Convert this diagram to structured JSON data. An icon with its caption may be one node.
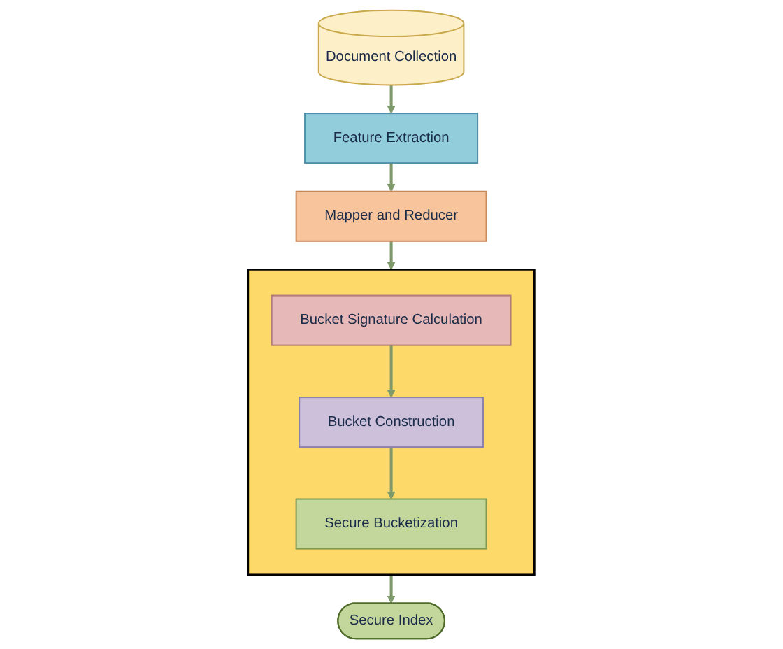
{
  "diagram": {
    "nodes": [
      {
        "text": [
          "Document Collection"
        ]
      },
      {
        "text": [
          "Feature Extraction"
        ]
      },
      {
        "text": [
          "Mapper and Reducer"
        ]
      },
      {
        "text": [],
        "shape": "box"
      },
      {
        "text": [
          "Bucket Signature Calculation"
        ],
        "in": 3
      },
      {
        "text": [
          "Bucket Construction"
        ],
        "in": 3
      },
      {
        "text": [
          "Secure Bucketization"
        ],
        "in": 3
      },
      {
        "text": [
          "Secure Index"
        ]
      }
    ],
    "edges": [
      {
        "from": 0,
        "to": 1,
        "arrow": "to"
      },
      {
        "from": 1,
        "to": 2,
        "arrow": "to"
      },
      {
        "from": 2,
        "to": 3,
        "arrow": "to"
      },
      {
        "from": 4,
        "to": 5,
        "arrow": "to"
      },
      {
        "from": 5,
        "to": 6,
        "arrow": "to"
      },
      {
        "from": 3,
        "to": 7,
        "arrow": "to"
      }
    ]
  }
}
